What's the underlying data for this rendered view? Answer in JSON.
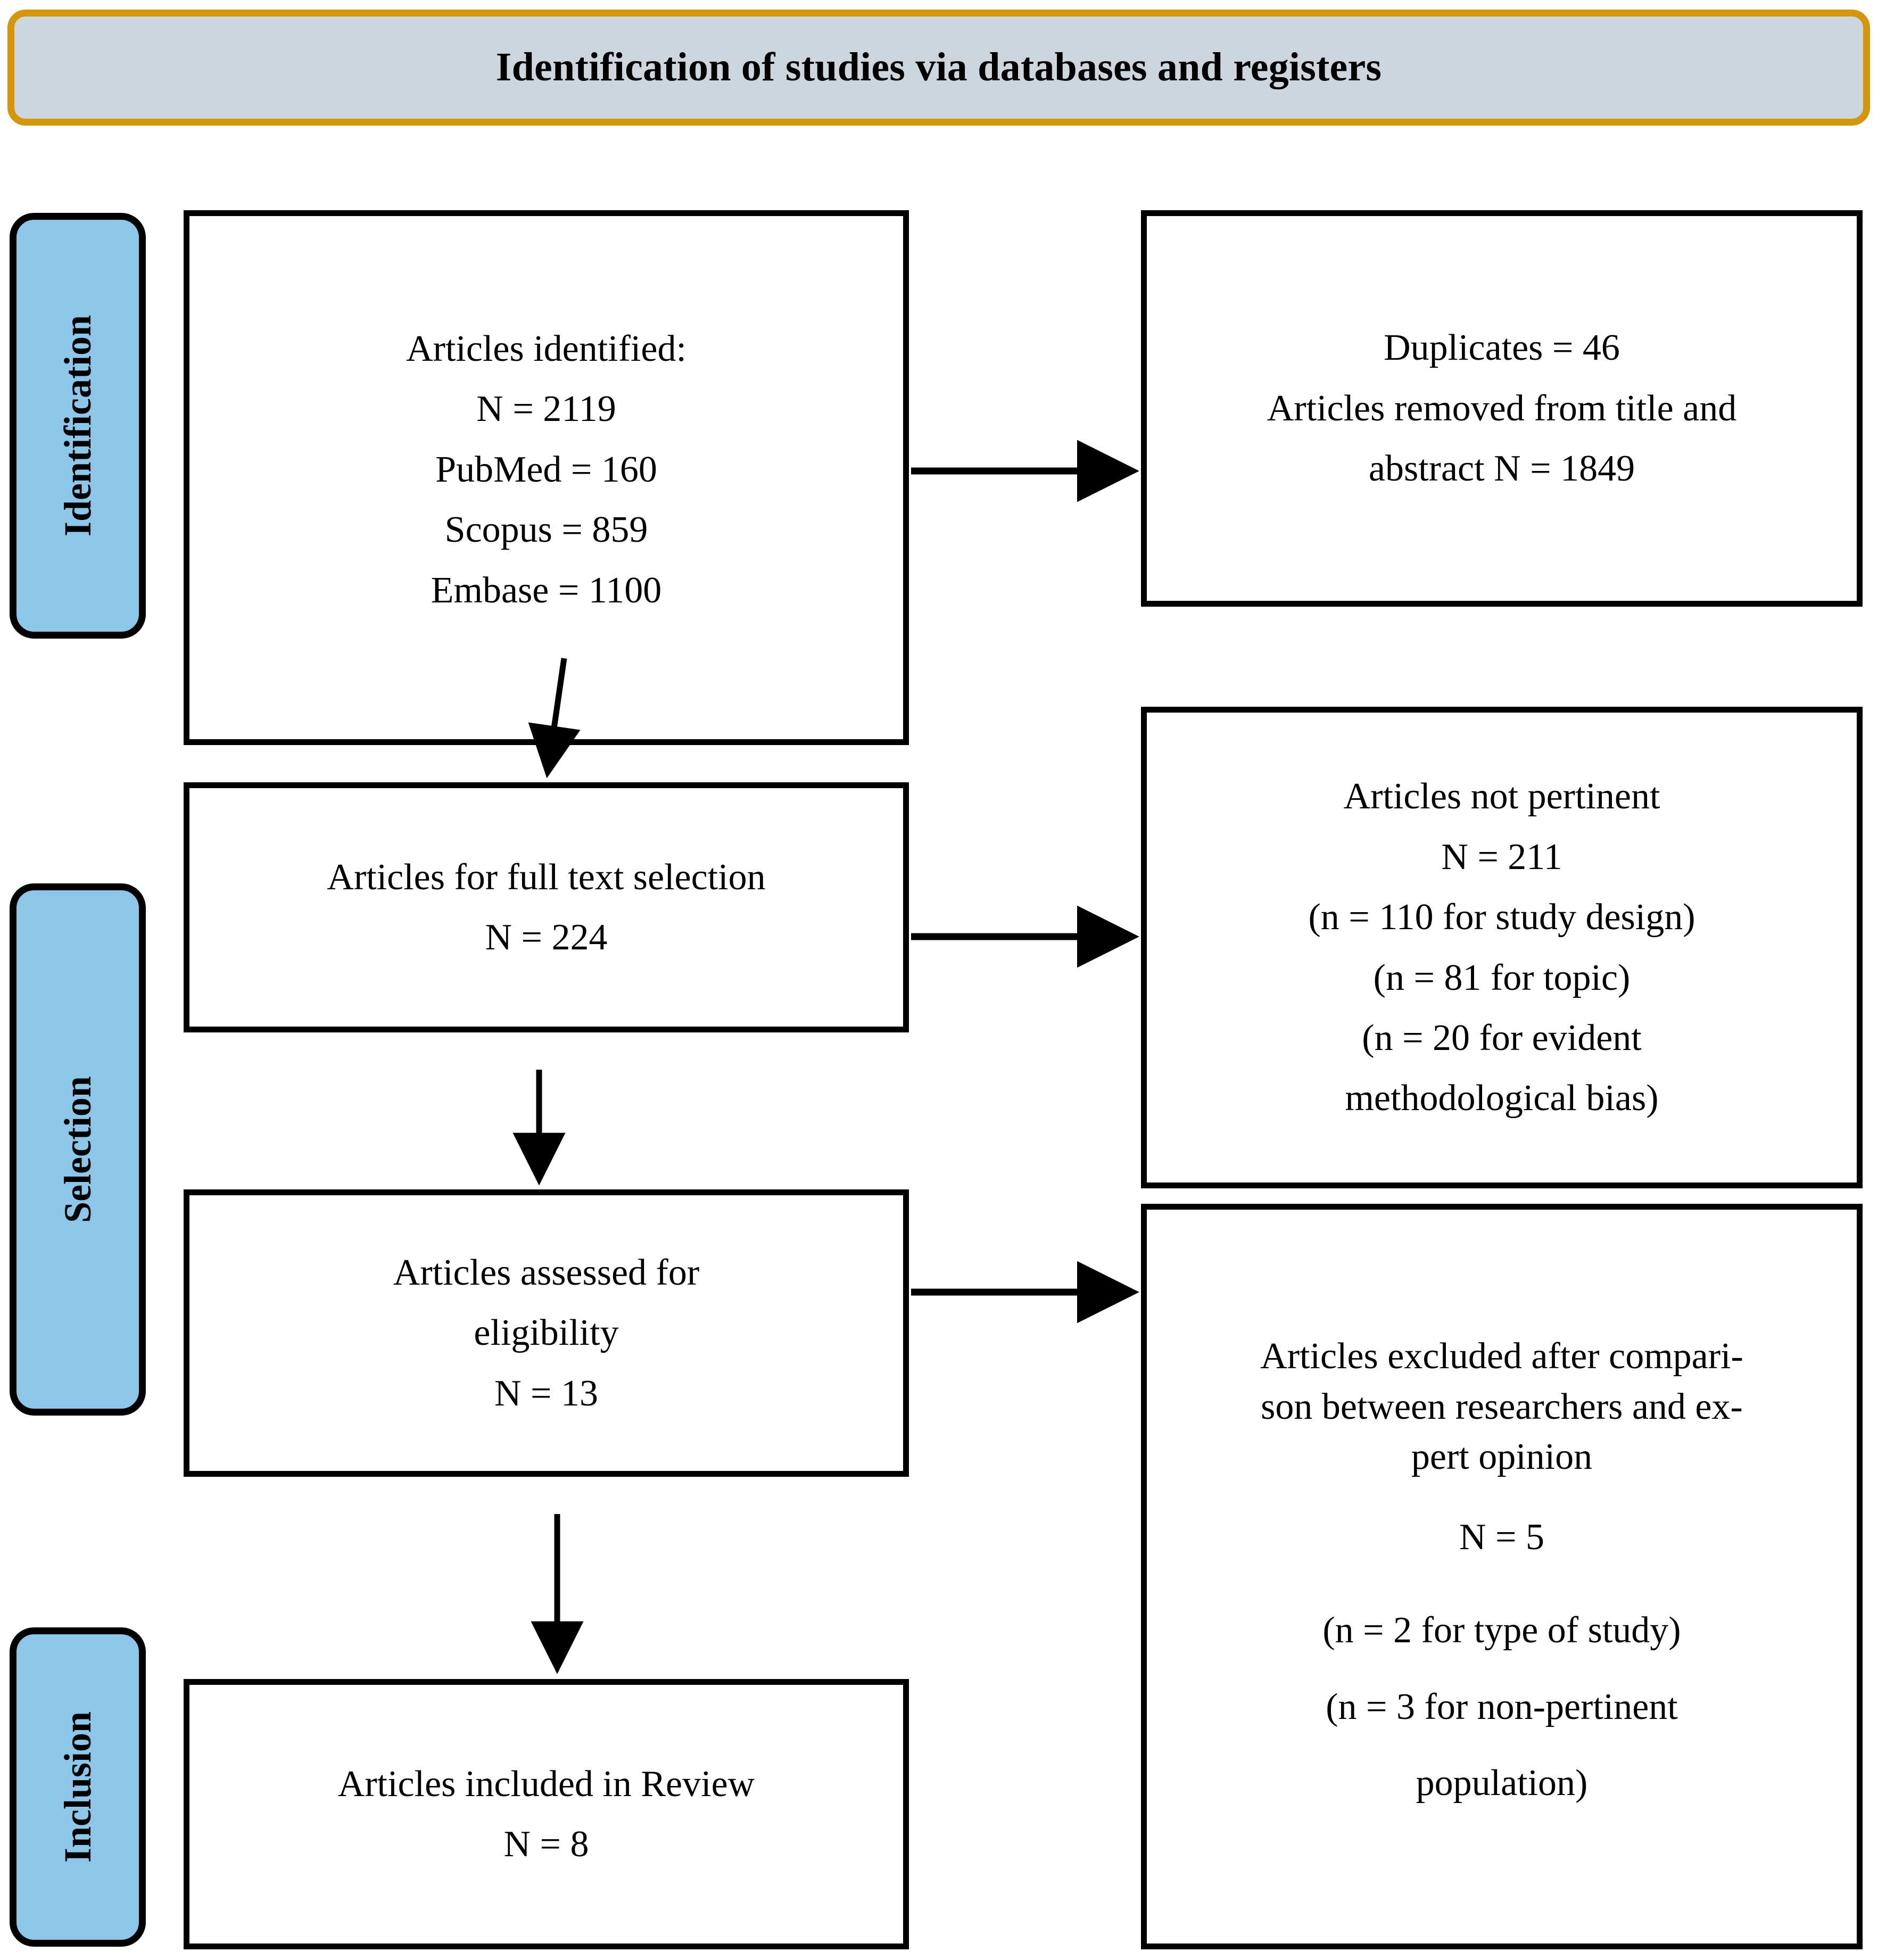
{
  "header": {
    "title": "Identification of studies via databases and registers",
    "fill_color": "#CDD5DD",
    "border_color": "#D4960A"
  },
  "stages": [
    {
      "name": "identification",
      "label": "Identification",
      "fill_color": "#8DC6E8"
    },
    {
      "name": "selection",
      "label": "Selection",
      "fill_color": "#8DC6E8"
    },
    {
      "name": "inclusion",
      "label": "Inclusion",
      "fill_color": "#8DC6E8"
    }
  ],
  "flow": {
    "identified": {
      "lines": [
        "Articles identified:",
        "N = 2119",
        "PubMed = 160",
        "Scopus = 859",
        "Embase = 1100"
      ]
    },
    "removed": {
      "lines": [
        "Duplicates = 46",
        "Articles removed from title and",
        "abstract N = 1849"
      ]
    },
    "fulltext": {
      "lines": [
        "Articles for full text selection",
        "N = 224"
      ]
    },
    "not_pertinent": {
      "lines": [
        "Articles not pertinent",
        "N = 211",
        "(n = 110 for study design)",
        "(n = 81 for topic)",
        "(n = 20 for evident",
        "methodological bias)"
      ]
    },
    "eligibility": {
      "lines": [
        "Articles assessed for",
        "eligibility",
        "N = 13"
      ]
    },
    "excluded": {
      "lines": [
        "Articles excluded after compari-",
        "son between researchers and ex-",
        "pert opinion",
        "N = 5",
        "(n = 2 for type of study)",
        "(n = 3 for non-pertinent",
        "population)"
      ]
    },
    "included": {
      "lines": [
        "Articles included in Review",
        "N = 8"
      ]
    }
  },
  "chart_data": {
    "type": "diagram",
    "title": "Identification of studies via databases and registers",
    "diagram_kind": "prisma-flow",
    "nodes": [
      {
        "id": "identified",
        "stage": "Identification",
        "column": "left",
        "label": "Articles identified:",
        "n": 2119,
        "breakdown": {
          "PubMed": 160,
          "Scopus": 859,
          "Embase": 1100
        }
      },
      {
        "id": "removed",
        "stage": "Identification",
        "column": "right",
        "label": "Articles removed from title and abstract",
        "duplicates": 46,
        "n": 1849
      },
      {
        "id": "fulltext",
        "stage": "Selection",
        "column": "left",
        "label": "Articles for full text selection",
        "n": 224
      },
      {
        "id": "not_pertinent",
        "stage": "Selection",
        "column": "right",
        "label": "Articles not pertinent",
        "n": 211,
        "breakdown": {
          "study design": 110,
          "topic": 81,
          "evident methodological bias": 20
        }
      },
      {
        "id": "eligibility",
        "stage": "Selection",
        "column": "left",
        "label": "Articles assessed for eligibility",
        "n": 13
      },
      {
        "id": "excluded",
        "stage": "Selection",
        "column": "right",
        "label": "Articles excluded after comparison between researchers and expert opinion",
        "n": 5,
        "breakdown": {
          "type of study": 2,
          "non-pertinent population": 3
        }
      },
      {
        "id": "included",
        "stage": "Inclusion",
        "column": "left",
        "label": "Articles included in Review",
        "n": 8
      }
    ],
    "edges": [
      {
        "from": "identified",
        "to": "removed",
        "direction": "right"
      },
      {
        "from": "identified",
        "to": "fulltext",
        "direction": "down"
      },
      {
        "from": "fulltext",
        "to": "not_pertinent",
        "direction": "right"
      },
      {
        "from": "fulltext",
        "to": "eligibility",
        "direction": "down"
      },
      {
        "from": "eligibility",
        "to": "excluded",
        "direction": "right"
      },
      {
        "from": "eligibility",
        "to": "included",
        "direction": "down"
      }
    ]
  }
}
